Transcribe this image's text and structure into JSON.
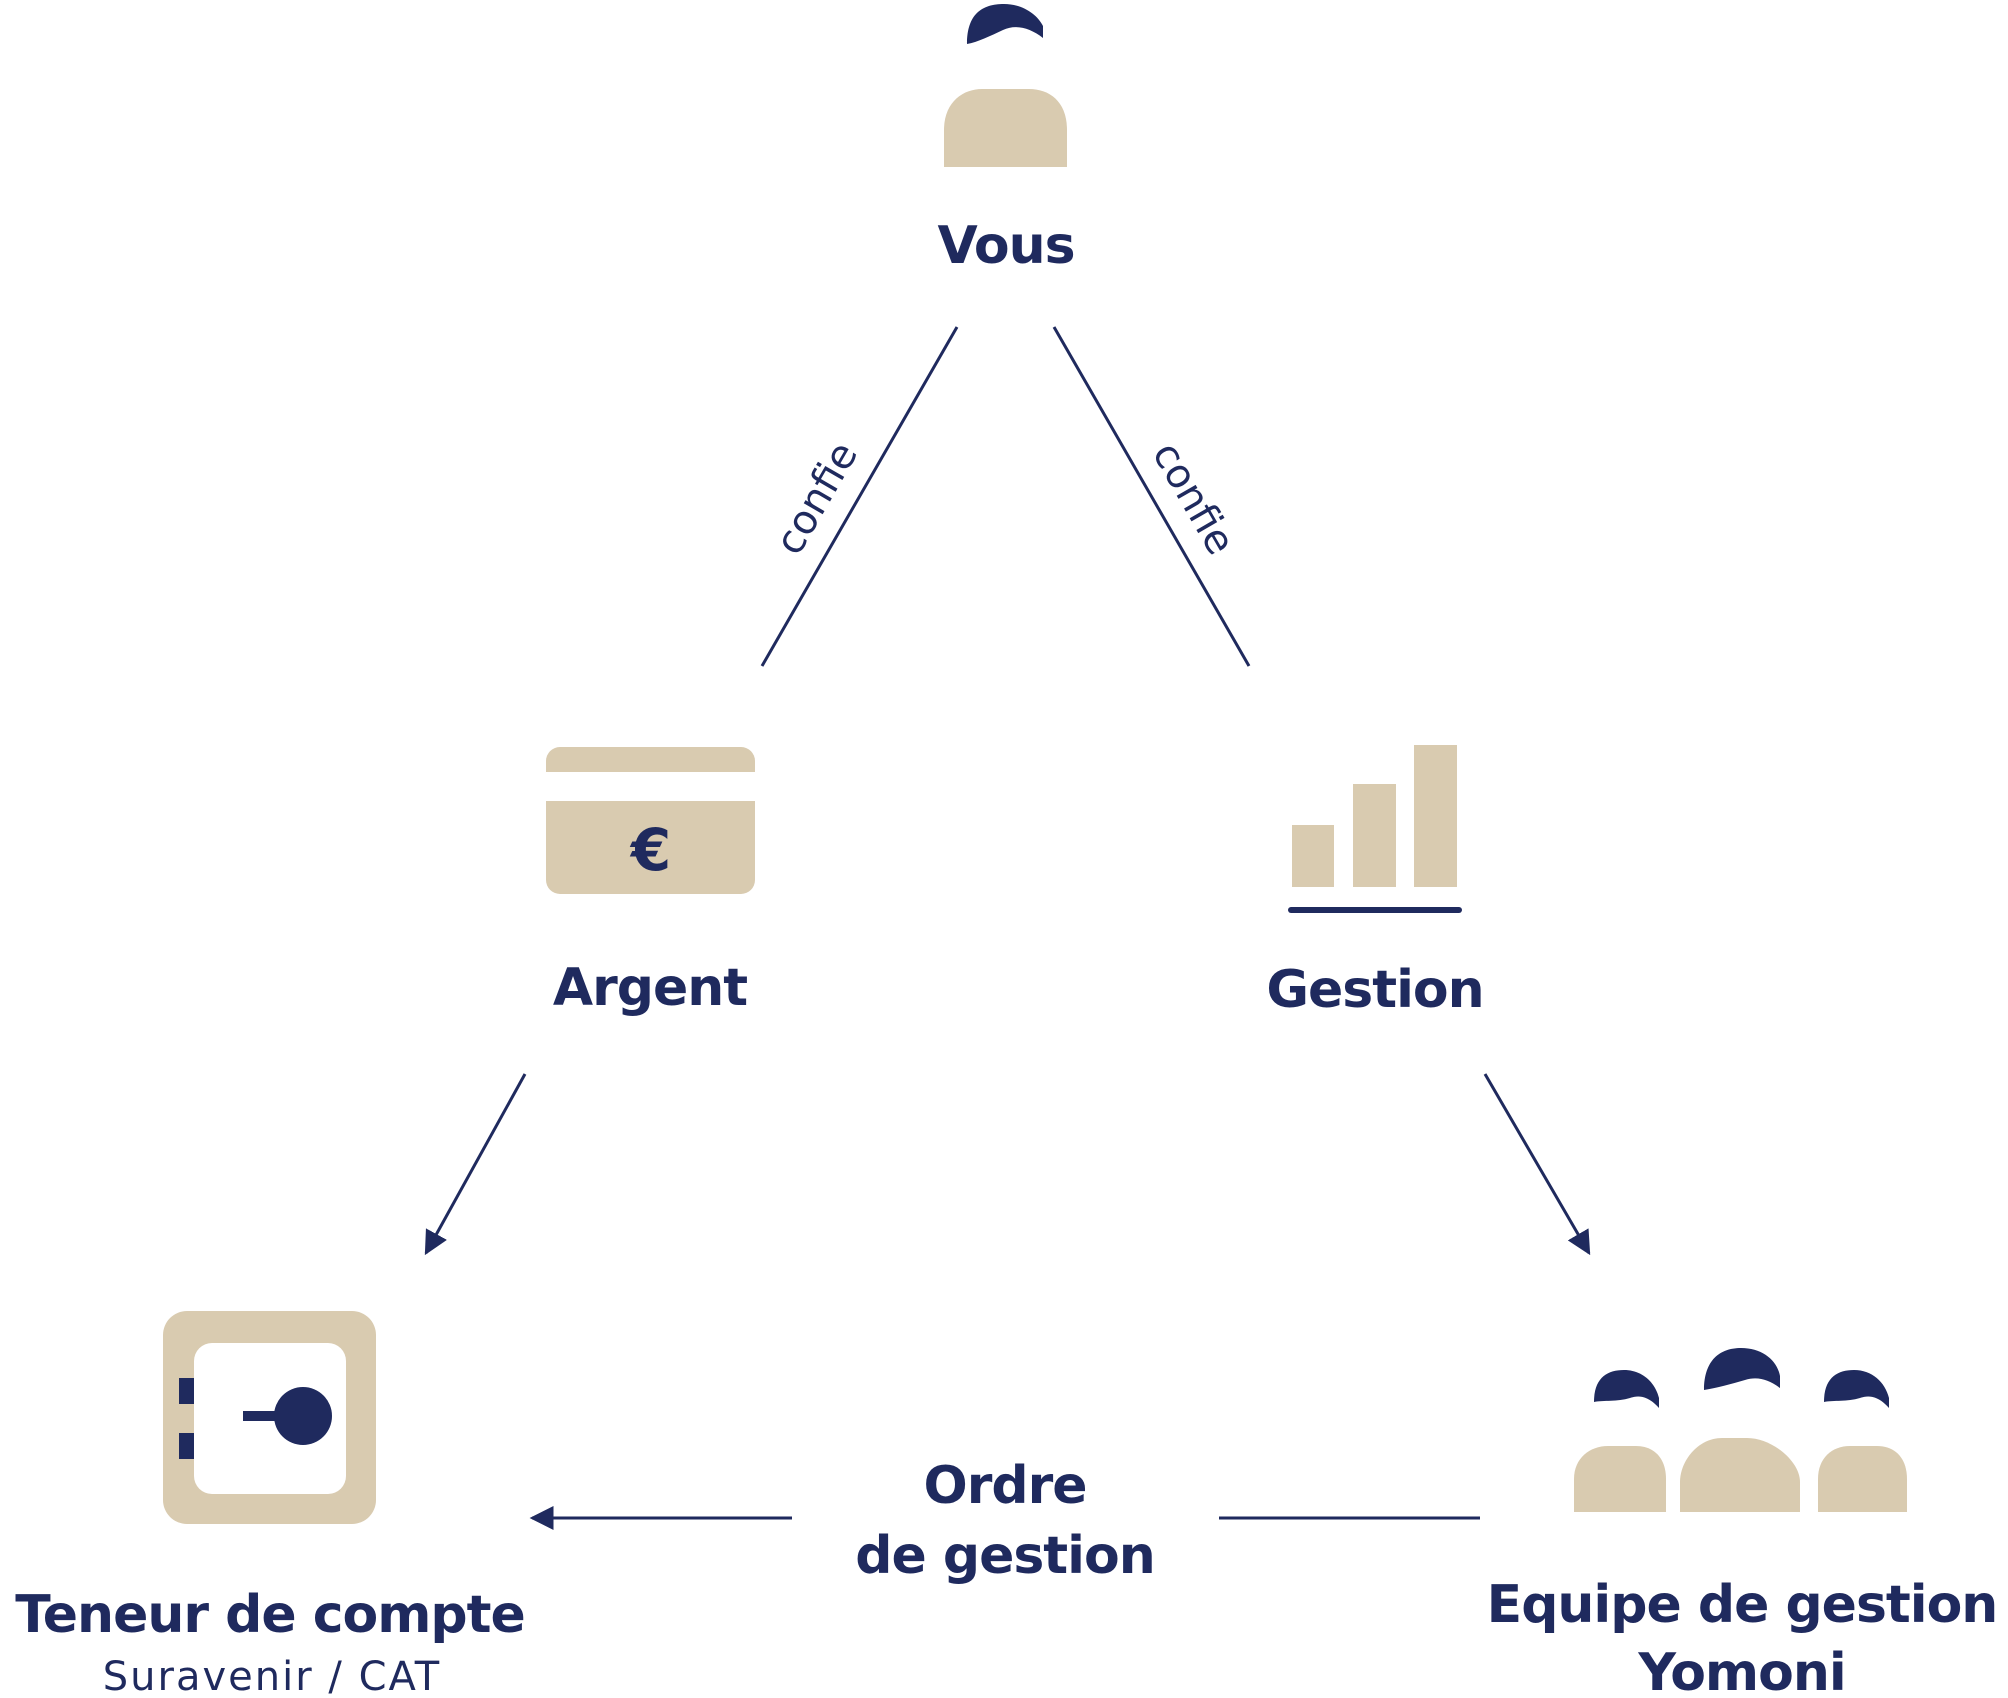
{
  "colors": {
    "navy": "#1f2a5e",
    "beige": "#d9cbb0",
    "white": "#ffffff"
  },
  "nodes": {
    "vous": {
      "label": "Vous",
      "icon": "person-icon"
    },
    "argent": {
      "label": "Argent",
      "icon": "euro-card-icon",
      "symbol": "€"
    },
    "gestion": {
      "label": "Gestion",
      "icon": "bar-chart-icon"
    },
    "teneur": {
      "label": "Teneur de compte",
      "sublabel": "Suravenir / CAT",
      "icon": "safe-icon"
    },
    "equipe": {
      "label_line1": "Equipe de gestion",
      "label_line2": "Yomoni",
      "icon": "team-icon"
    }
  },
  "edges": {
    "vous_argent": {
      "label": "confie"
    },
    "vous_gestion": {
      "label": "confie"
    },
    "argent_teneur": {
      "label": ""
    },
    "gestion_equipe": {
      "label": ""
    },
    "equipe_teneur": {
      "label_line1": "Ordre",
      "label_line2": "de gestion"
    }
  }
}
